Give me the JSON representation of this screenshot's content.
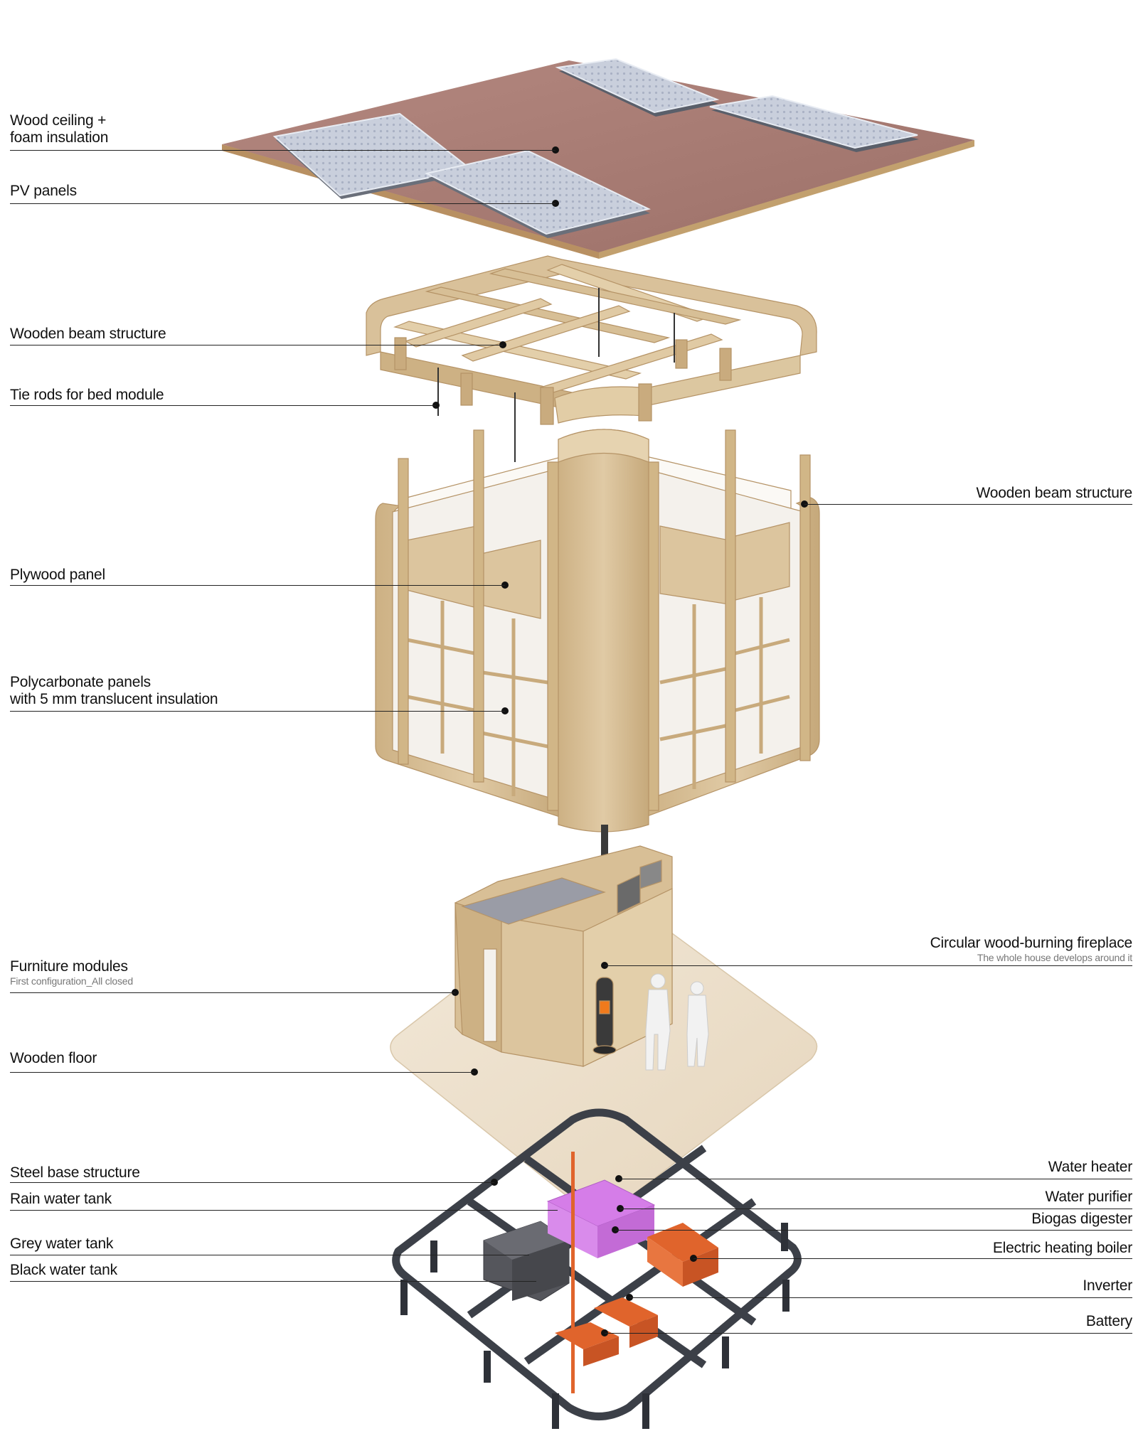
{
  "labels_left": [
    {
      "id": "wood-ceiling",
      "line1": "Wood ceiling +",
      "line2": "foam insulation",
      "sub": ""
    },
    {
      "id": "pv-panels",
      "line1": "PV panels",
      "line2": "",
      "sub": ""
    },
    {
      "id": "wooden-beam-structure-top",
      "line1": "Wooden beam structure",
      "line2": "",
      "sub": ""
    },
    {
      "id": "tie-rods",
      "line1": "Tie rods for bed module",
      "line2": "",
      "sub": ""
    },
    {
      "id": "plywood-panel",
      "line1": "Plywood panel",
      "line2": "",
      "sub": ""
    },
    {
      "id": "polycarbonate-panels",
      "line1": "Polycarbonate panels",
      "line2": "with 5 mm translucent insulation",
      "sub": ""
    },
    {
      "id": "furniture-modules",
      "line1": "Furniture modules",
      "line2": "",
      "sub": "First configuration_All closed"
    },
    {
      "id": "wooden-floor",
      "line1": "Wooden floor",
      "line2": "",
      "sub": ""
    },
    {
      "id": "steel-base-structure",
      "line1": "Steel base structure",
      "line2": "",
      "sub": ""
    },
    {
      "id": "rain-water-tank",
      "line1": "Rain water tank",
      "line2": "",
      "sub": ""
    },
    {
      "id": "grey-water-tank",
      "line1": "Grey water tank",
      "line2": "",
      "sub": ""
    },
    {
      "id": "black-water-tank",
      "line1": "Black water tank",
      "line2": "",
      "sub": ""
    }
  ],
  "labels_right": [
    {
      "id": "wooden-beam-structure-side",
      "line1": "Wooden beam structure",
      "sub": ""
    },
    {
      "id": "fireplace",
      "line1": "Circular wood-burning fireplace",
      "sub": "The whole house develops around it"
    },
    {
      "id": "water-heater",
      "line1": "Water heater",
      "sub": ""
    },
    {
      "id": "water-purifier",
      "line1": "Water purifier",
      "sub": ""
    },
    {
      "id": "biogas-digester",
      "line1": "Biogas digester",
      "sub": ""
    },
    {
      "id": "electric-heating-boiler",
      "line1": "Electric heating boiler",
      "sub": ""
    },
    {
      "id": "inverter",
      "line1": "Inverter",
      "sub": ""
    },
    {
      "id": "battery",
      "line1": "Battery",
      "sub": ""
    }
  ],
  "colors": {
    "roof_wood": "#a57a73",
    "roof_edge": "#c8a878",
    "pv_panel": "#c9cfdc",
    "light_wood": "#d9c19a",
    "wood_dark": "#b89a6e",
    "window_glass": "#f4f1ec",
    "floor": "#ede0cc",
    "steel": "#3c4048",
    "tank_dark": "#55565c",
    "purifier": "#d57de8",
    "orange_equipment": "#e0642c",
    "leader_line": "#222222"
  }
}
